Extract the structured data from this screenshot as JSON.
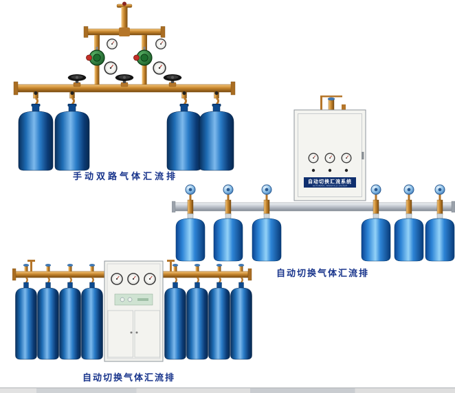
{
  "page": {
    "background": "#ffffff"
  },
  "products": [
    {
      "id": "manual-dual-gas-manifold",
      "caption": "手动双路气体汇流排",
      "cylinder_count": 4
    },
    {
      "id": "auto-switch-gas-manifold-side",
      "caption": "自动切换气体汇流排",
      "cylinder_count": 6,
      "cabinet": {
        "label": "自动切换汇流系统",
        "sublabel": "AUTOMATIC MANIFOLD SYSTEM",
        "gauge_count": 3
      }
    },
    {
      "id": "auto-switch-gas-manifold-bottom",
      "caption": "自动切换气体汇流排",
      "cylinder_count": 8,
      "cabinet": {
        "gauge_count": 3
      }
    }
  ],
  "colors": {
    "caption": "#17338b",
    "brass": "#c9882f",
    "cylinder_blue_dark": "#0a3f85",
    "cylinder_blue_light": "#7db9ec",
    "cabinet_body": "#f4f4f0",
    "pipe_silver": "#bcc2ca",
    "label_plate": "#0f2f6e"
  }
}
